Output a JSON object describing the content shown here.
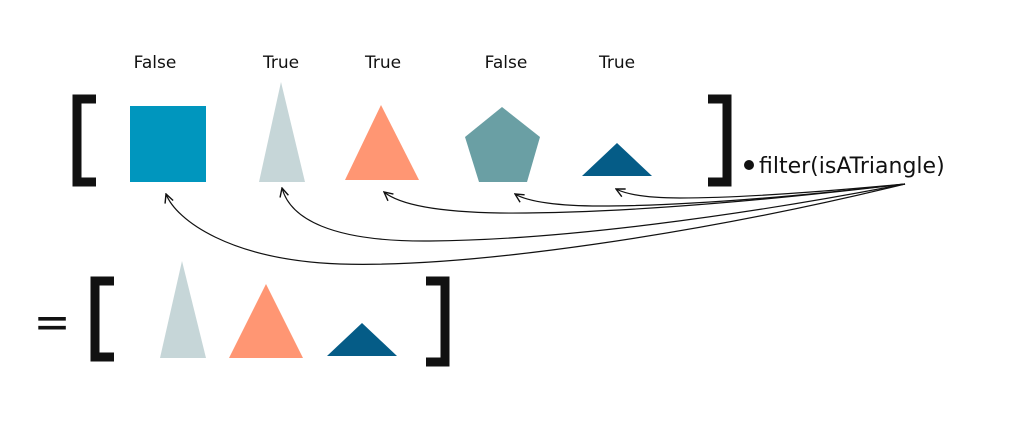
{
  "input_array": {
    "items": [
      {
        "shape": "square",
        "label": "False",
        "color": "#0096BE"
      },
      {
        "shape": "tall-triangle",
        "label": "True",
        "color": "#C6D6D8"
      },
      {
        "shape": "triangle",
        "label": "True",
        "color": "#FF9673"
      },
      {
        "shape": "pentagon",
        "label": "False",
        "color": "#6A9FA4"
      },
      {
        "shape": "flat-triangle",
        "label": "True",
        "color": "#055C87"
      }
    ]
  },
  "operation": {
    "text": "filter(isATriangle)"
  },
  "result": {
    "equals": "=",
    "items": [
      {
        "shape": "tall-triangle",
        "color": "#C6D6D8"
      },
      {
        "shape": "triangle",
        "color": "#FF9673"
      },
      {
        "shape": "flat-triangle",
        "color": "#055C87"
      }
    ]
  }
}
